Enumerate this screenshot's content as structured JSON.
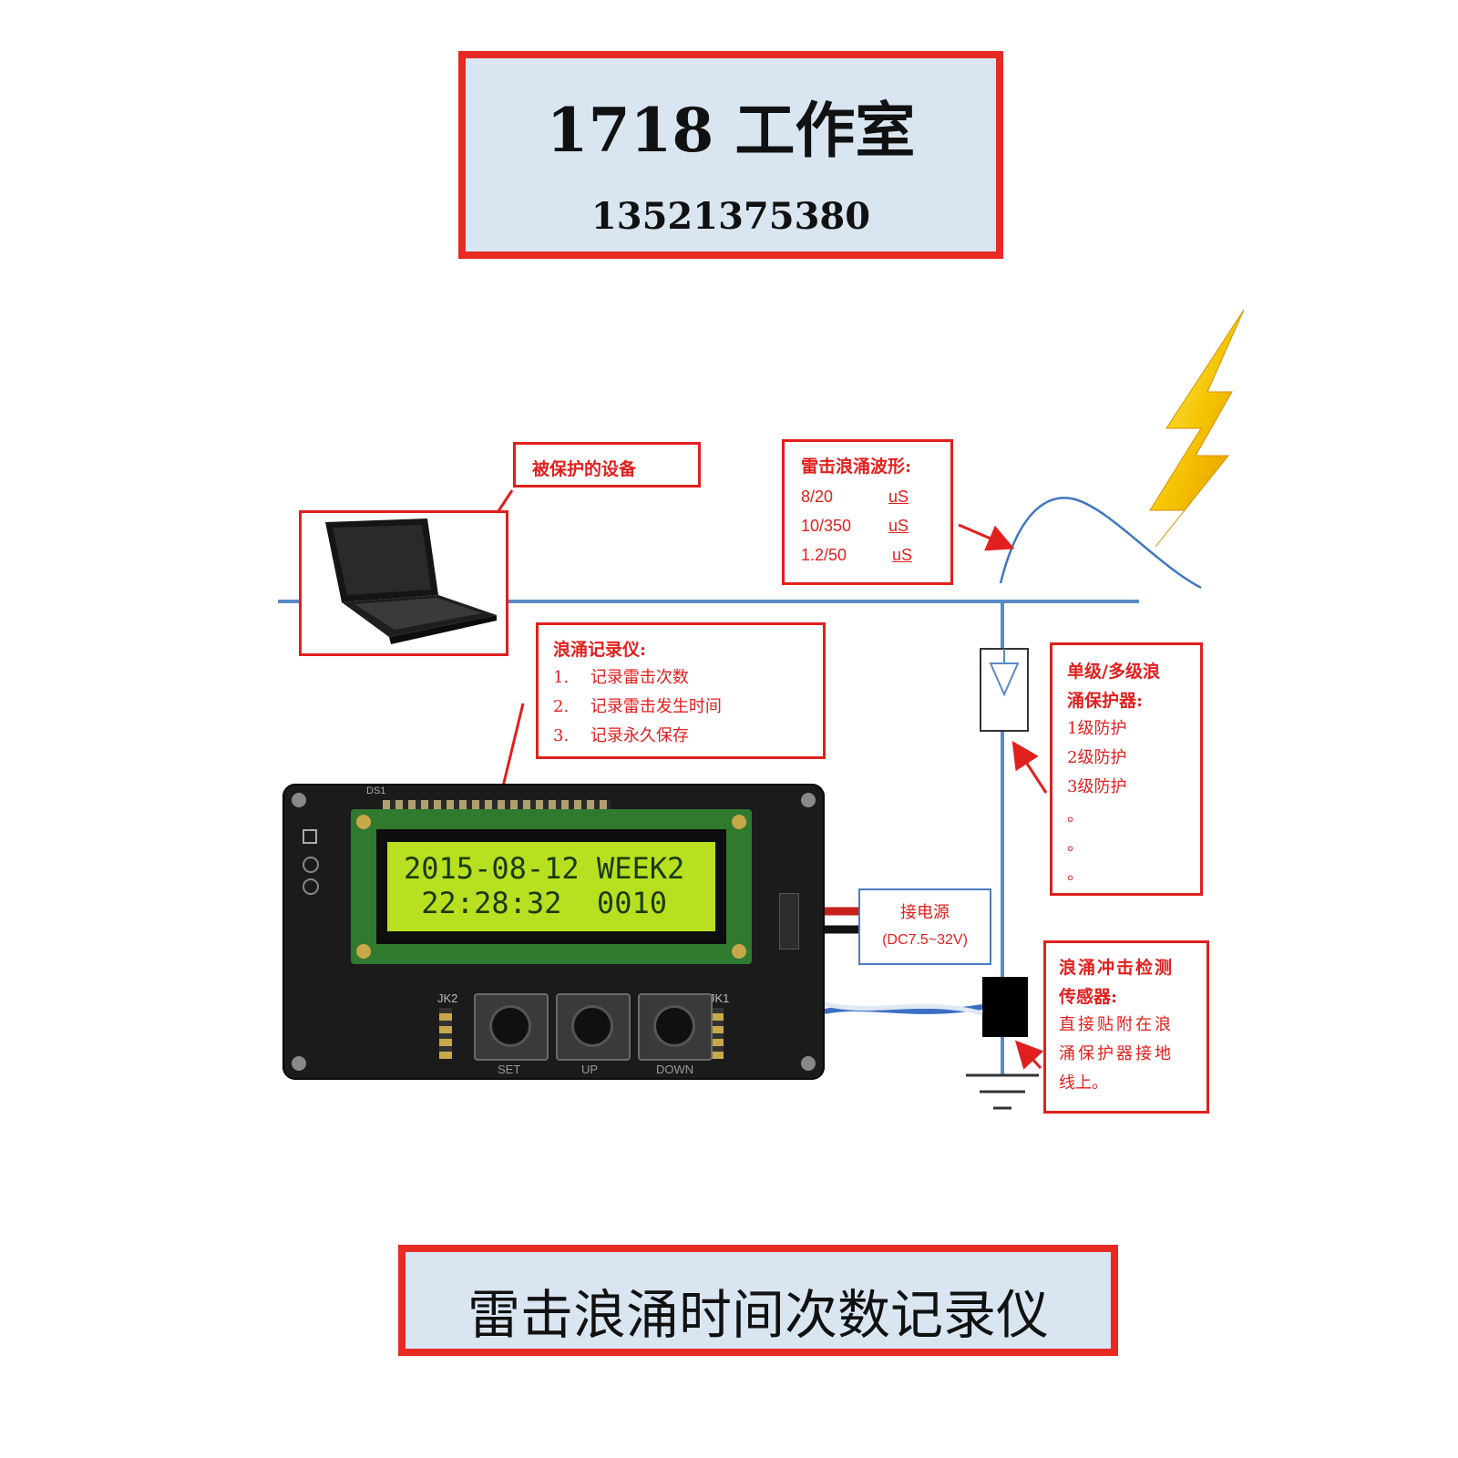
{
  "header": {
    "title": "1718 工作室",
    "phone": "13521375380"
  },
  "footer": {
    "title": "雷击浪涌时间次数记录仪"
  },
  "protected_device": {
    "label": "被保护的设备"
  },
  "waveform": {
    "title": "雷击浪涌波形:",
    "rows": [
      {
        "value": "8/20",
        "unit": "uS"
      },
      {
        "value": "10/350",
        "unit": "uS"
      },
      {
        "value": "1.2/50",
        "unit": "uS"
      }
    ]
  },
  "recorder": {
    "title": "浪涌记录仪:",
    "items": [
      {
        "num": "1.",
        "text": "记录雷击次数"
      },
      {
        "num": "2.",
        "text": "记录雷击发生时间"
      },
      {
        "num": "3.",
        "text": "记录永久保存"
      }
    ]
  },
  "protector": {
    "title_line1": "单级/多级浪",
    "title_line2": "涌保护器:",
    "items": [
      "1级防护",
      "2级防护",
      "3级防护",
      "。",
      "。",
      "。"
    ]
  },
  "power": {
    "label": "接电源",
    "spec": "(DC7.5~32V)"
  },
  "sensor": {
    "title_line1": "浪涌冲击检测",
    "title_line2": "传感器:",
    "desc": [
      "直接贴附在浪",
      "涌保护器接地",
      "线上。"
    ]
  },
  "lcd": {
    "line1": "2015-08-12 WEEK2",
    "line2": " 22:28:32  0010"
  },
  "board": {
    "silk_ds1": "DS1",
    "silk_jk2": "JK2",
    "silk_jk1": "JK1",
    "buttons": [
      "SET",
      "UP",
      "DOWN"
    ]
  },
  "colors": {
    "accent_red": "#e0201e",
    "wire_blue": "#5a8ac6",
    "panel_blue": "#d9e6f2",
    "lcd_green": "#b8e020",
    "bolt_yellow": "#f5b800"
  }
}
